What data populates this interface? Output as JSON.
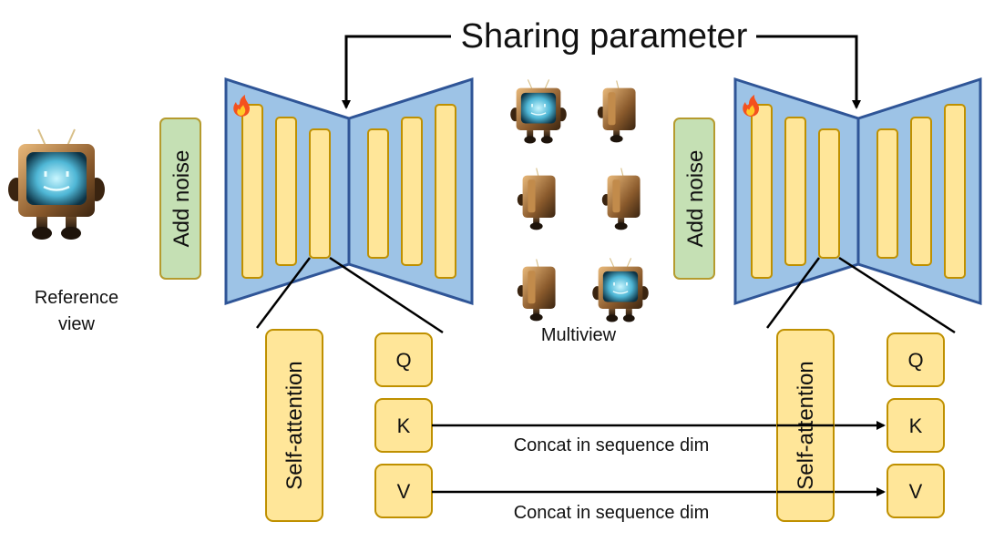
{
  "title": "Sharing parameter",
  "reference_view": {
    "line1": "Reference",
    "line2": "view"
  },
  "add_noise_label": "Add noise",
  "multiview_label": "Multiview",
  "left_detail": {
    "self_attention_label": "Self-attention",
    "q_label": "Q",
    "k_label": "K",
    "v_label": "V"
  },
  "right_detail": {
    "self_attention_label": "Self-attention",
    "q_label": "Q",
    "k_label": "K",
    "v_label": "V"
  },
  "concat_k_label": "Concat in sequence dim",
  "concat_v_label": "Concat in sequence dim",
  "colors": {
    "unet_fill": "#9dc3e6",
    "unet_stroke": "#2f5597",
    "block_fill": "#ffe699",
    "block_stroke": "#bf9000",
    "noise_fill": "#c5e0b4",
    "noise_stroke": "#b59b2e"
  },
  "icons": [
    "robot-tv-icon",
    "fire-icon"
  ]
}
